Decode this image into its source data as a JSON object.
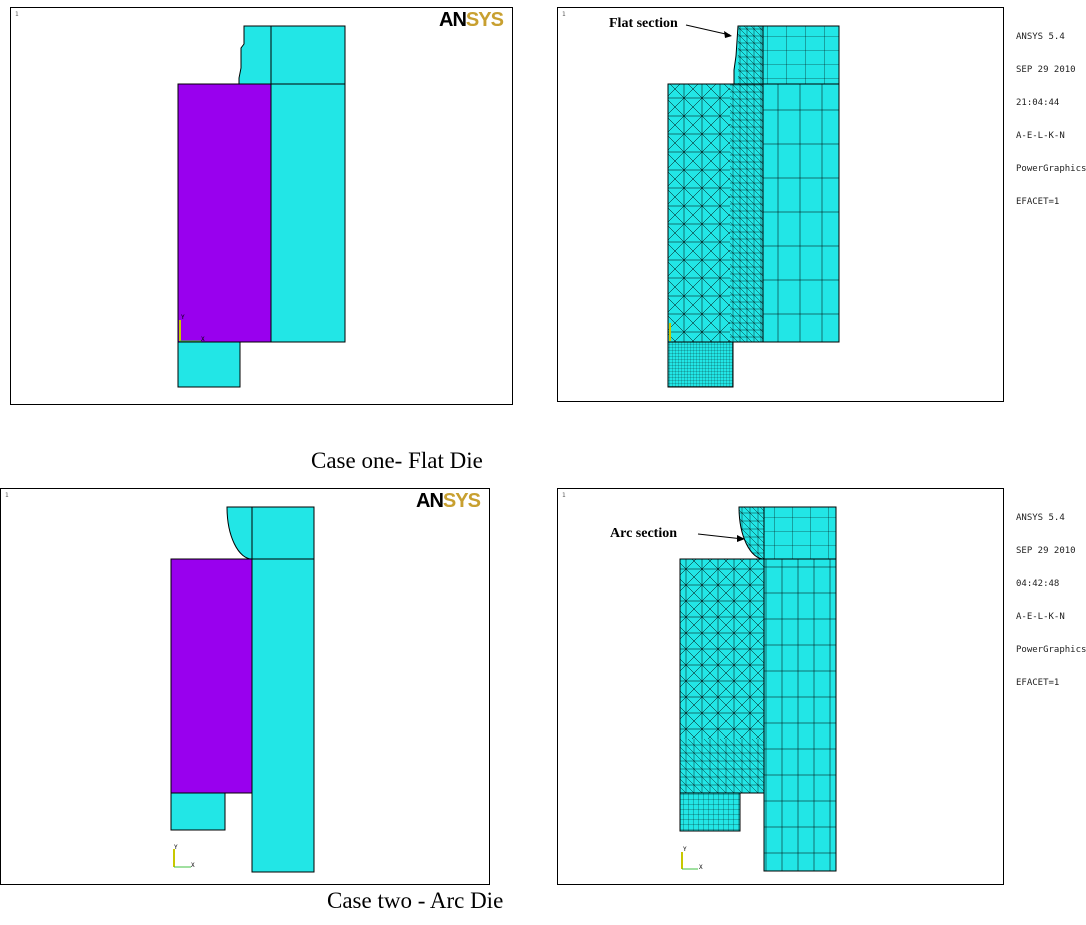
{
  "case1": {
    "caption": "Case one- Flat Die",
    "geometry_panel": {
      "window_number": "1",
      "logo_an": "AN",
      "logo_sys": "SYS",
      "axis_y": "Y",
      "axis_x": "X"
    },
    "mesh_panel": {
      "window_number": "1",
      "callout": "Flat section"
    },
    "info_lines": [
      "ANSYS 5.4",
      "SEP 29 2010",
      "21:04:44",
      "A-E-L-K-N",
      "PowerGraphics",
      "EFACET=1"
    ]
  },
  "case2": {
    "caption": "Case two - Arc Die",
    "geometry_panel": {
      "window_number": "1",
      "logo_an": "AN",
      "logo_sys": "SYS",
      "axis_y": "Y",
      "axis_x": "X"
    },
    "mesh_panel": {
      "window_number": "1",
      "callout": "Arc section",
      "axis_y": "Y",
      "axis_x": "X"
    },
    "info_lines": [
      "ANSYS 5.4",
      "SEP 29 2010",
      "04:42:48",
      "A-E-L-K-N",
      "PowerGraphics",
      "EFACET=1"
    ]
  },
  "colors": {
    "die": "#22e6e6",
    "workpiece": "#9900ee",
    "mesh": "#000000",
    "logo_an": "#000000",
    "logo_sys": "#c8a030"
  }
}
